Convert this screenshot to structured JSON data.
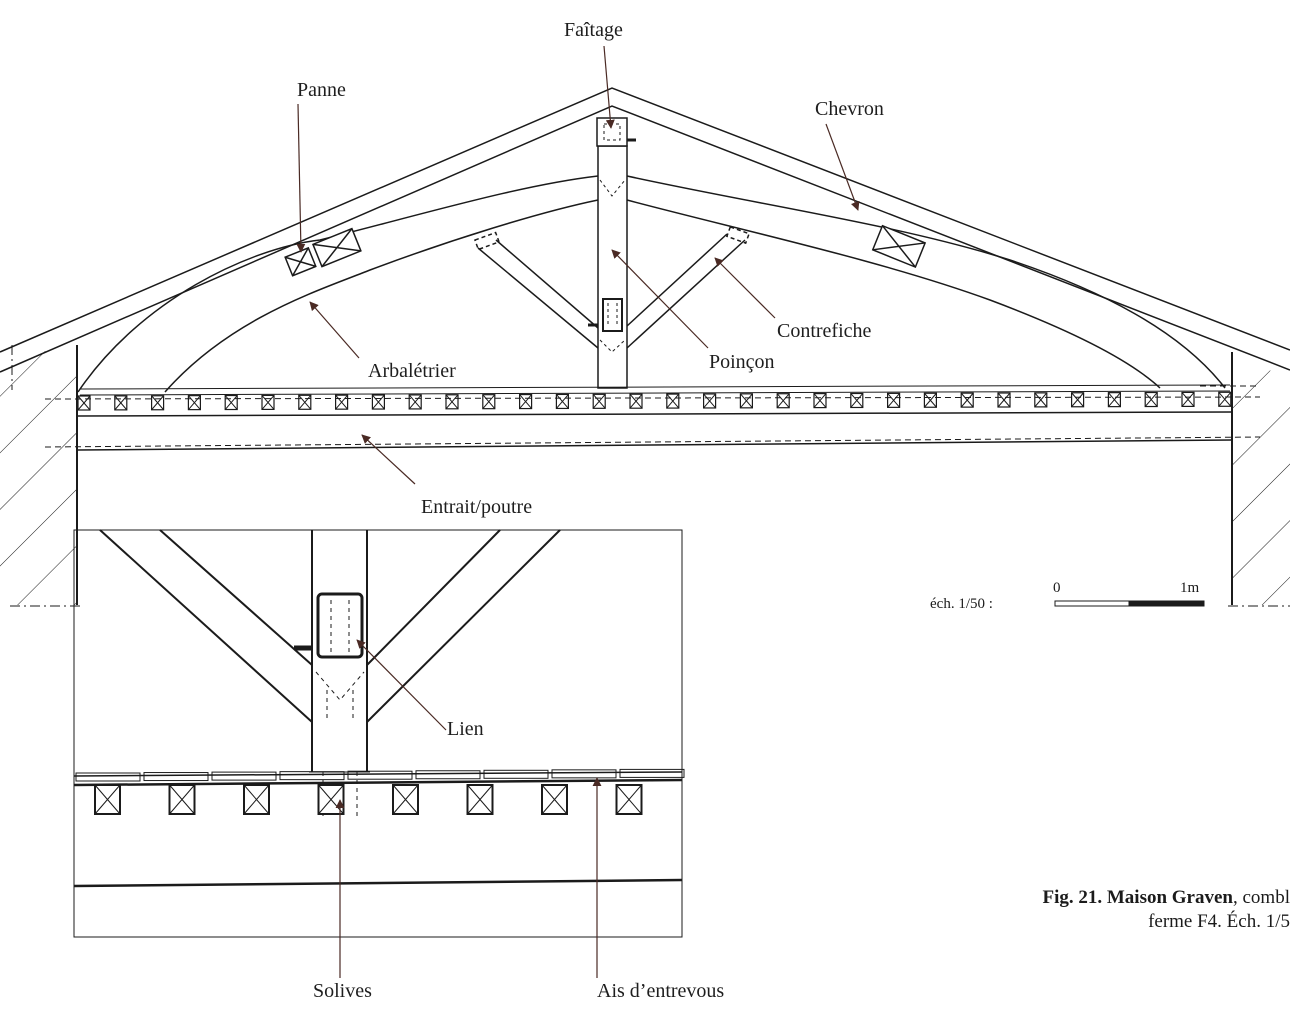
{
  "labels": {
    "faitage": "Faîtage",
    "panne": "Panne",
    "chevron": "Chevron",
    "contrefiche": "Contrefiche",
    "poincon": "Poinçon",
    "arbaletrier": "Arbalétrier",
    "entrait": "Entrait/poutre",
    "lien": "Lien",
    "solives": "Solives",
    "ais": "Ais d’entrevous"
  },
  "scale": {
    "label": "éch. 1/50 :",
    "start": "0",
    "end": "1m"
  },
  "caption": {
    "title": "Fig. 21. Maison Graven",
    "rest_line1": ", combl",
    "line2": "ferme F4. Éch. 1/5"
  },
  "colors": {
    "ink": "#1b1b1b",
    "arrow": "#4a2a24"
  }
}
